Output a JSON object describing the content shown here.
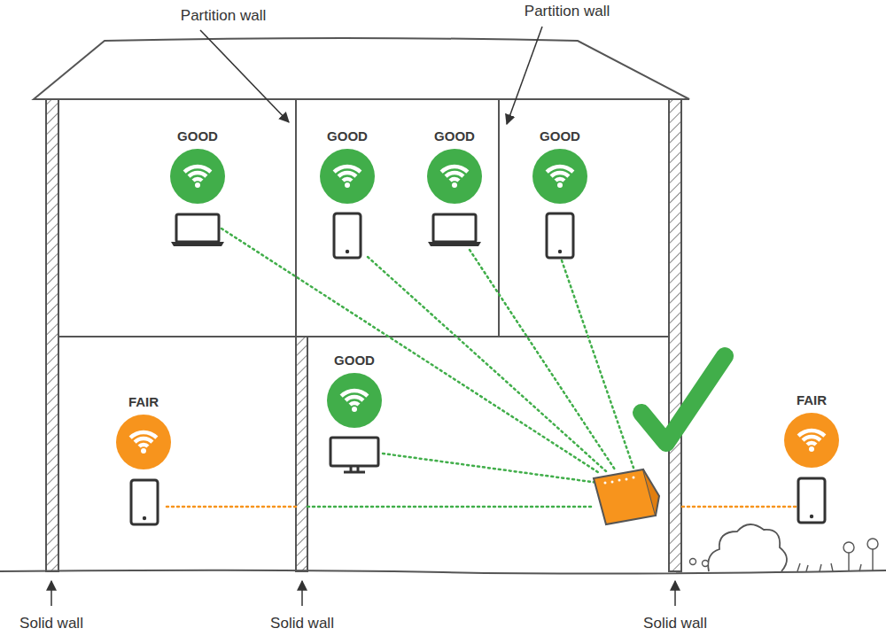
{
  "diagram": {
    "nodes": [
      {
        "text": [
          "GOOD"
        ]
      },
      {
        "text": [
          "GOOD"
        ]
      },
      {
        "text": [
          "GOOD"
        ]
      },
      {
        "text": [
          "GOOD"
        ]
      },
      {
        "text": [
          "FAIR"
        ]
      },
      {
        "text": [
          "GOOD"
        ]
      },
      {
        "text": [
          "FAIR"
        ]
      }
    ],
    "labels": [
      "Partition wall",
      "Partition wall",
      "Solid wall",
      "Solid wall",
      "Solid wall"
    ]
  }
}
